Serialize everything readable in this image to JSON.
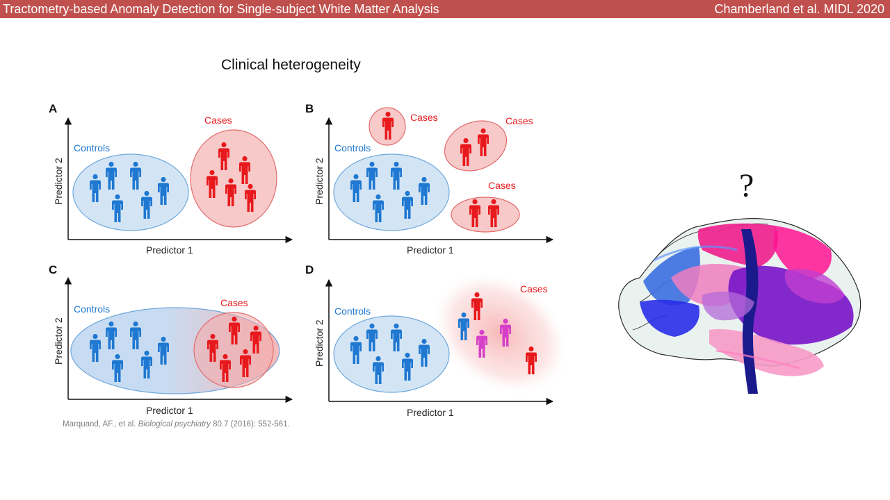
{
  "header": {
    "title": "Tractometry-based Anomaly Detection for Single-subject White Matter Analysis",
    "credit": "Chamberland et al. MIDL 2020"
  },
  "slide": {
    "subtitle": "Clinical heterogeneity",
    "question_mark": "?"
  },
  "panels": [
    {
      "letter": "A",
      "controls_label": "Controls",
      "cases_labels": [
        "Cases"
      ],
      "xlabel": "Predictor 1",
      "ylabel": "Predictor 2"
    },
    {
      "letter": "B",
      "controls_label": "Controls",
      "cases_labels": [
        "Cases",
        "Cases",
        "Cases"
      ],
      "xlabel": "Predictor 1",
      "ylabel": "Predictor 2"
    },
    {
      "letter": "C",
      "controls_label": "Controls",
      "cases_labels": [
        "Cases"
      ],
      "xlabel": "Predictor 1",
      "ylabel": "Predictor 2"
    },
    {
      "letter": "D",
      "controls_label": "Controls",
      "cases_labels": [
        "Cases"
      ],
      "xlabel": "Predictor 1",
      "ylabel": "Predictor 2"
    }
  ],
  "citation": {
    "authors": "Marquand, AF., et al.",
    "journal": "Biological psychiatry",
    "details": "80.7 (2016): 552-561."
  },
  "colors": {
    "header_bg": "#c0504d",
    "controls": "#1f78d1",
    "cases": "#e8191c",
    "intermediate": "#d63fc8",
    "controls_fill": "#d3e5f5",
    "cases_fill": "#f7c9c9"
  },
  "icons": [
    "person-icon",
    "brain-tractography-image"
  ]
}
